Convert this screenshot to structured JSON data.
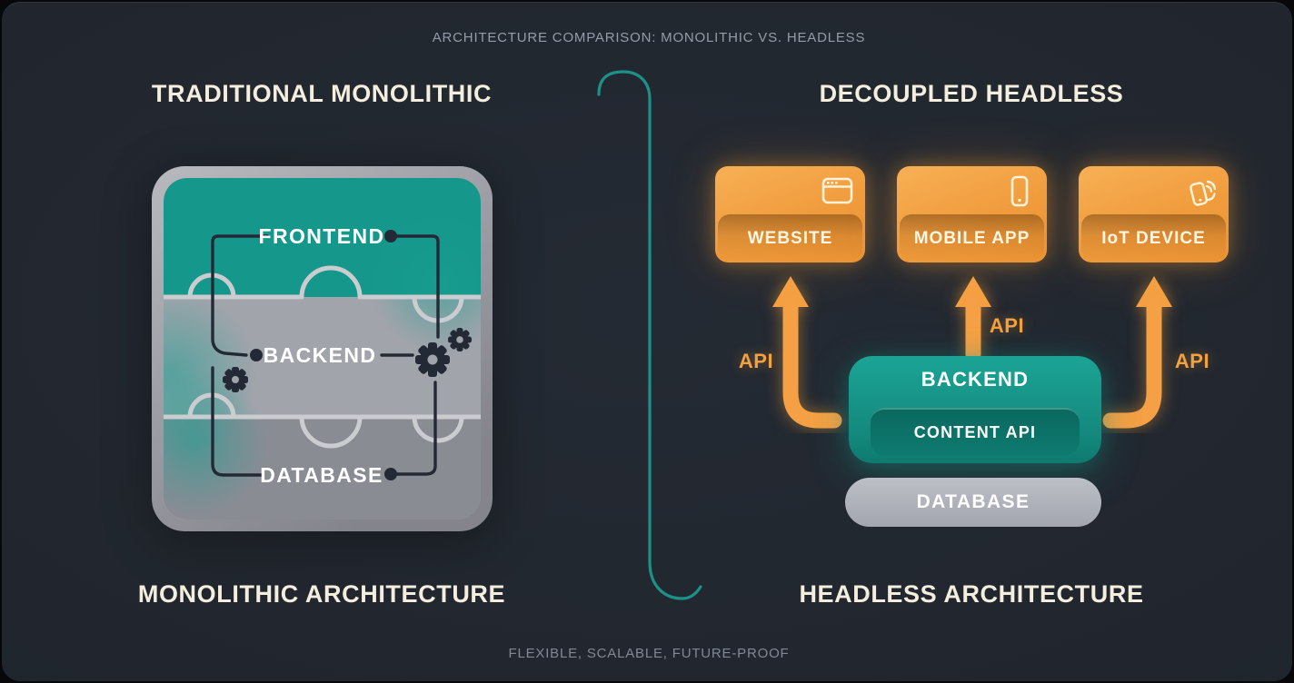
{
  "header": {
    "top_label": "ARCHITECTURE COMPARISON: MONOLITHIC VS. HEADLESS"
  },
  "footer": {
    "label": "FLEXIBLE, SCALABLE, FUTURE-PROOF"
  },
  "left_panel": {
    "heading": "TRADITIONAL MONOLITHIC",
    "caption": "MONOLITHIC ARCHITECTURE",
    "layers": [
      {
        "label": "FRONTEND"
      },
      {
        "label": "BACKEND"
      },
      {
        "label": "DATABASE"
      }
    ],
    "icons": [
      "gears-icon",
      "gear-icon"
    ]
  },
  "right_panel": {
    "heading": "DECOUPLED HEADLESS",
    "caption": "HEADLESS ARCHITECTURE",
    "clients": [
      {
        "label": "WEBSITE",
        "icon": "browser-icon"
      },
      {
        "label": "MOBILE APP",
        "icon": "mobile-icon"
      },
      {
        "label": "IoT DEVICE",
        "icon": "iot-device-icon"
      }
    ],
    "api_labels": [
      "API",
      "API",
      "API"
    ],
    "backend": {
      "label": "BACKEND",
      "content_api": "CONTENT API"
    },
    "database": {
      "label": "DATABASE"
    }
  },
  "colors": {
    "background": "#21262f",
    "teal": "#16978b",
    "orange": "#f5a044",
    "gray_light": "#a2a4ab",
    "gray_dark": "#8a8c94",
    "cream": "#f3eedd"
  }
}
